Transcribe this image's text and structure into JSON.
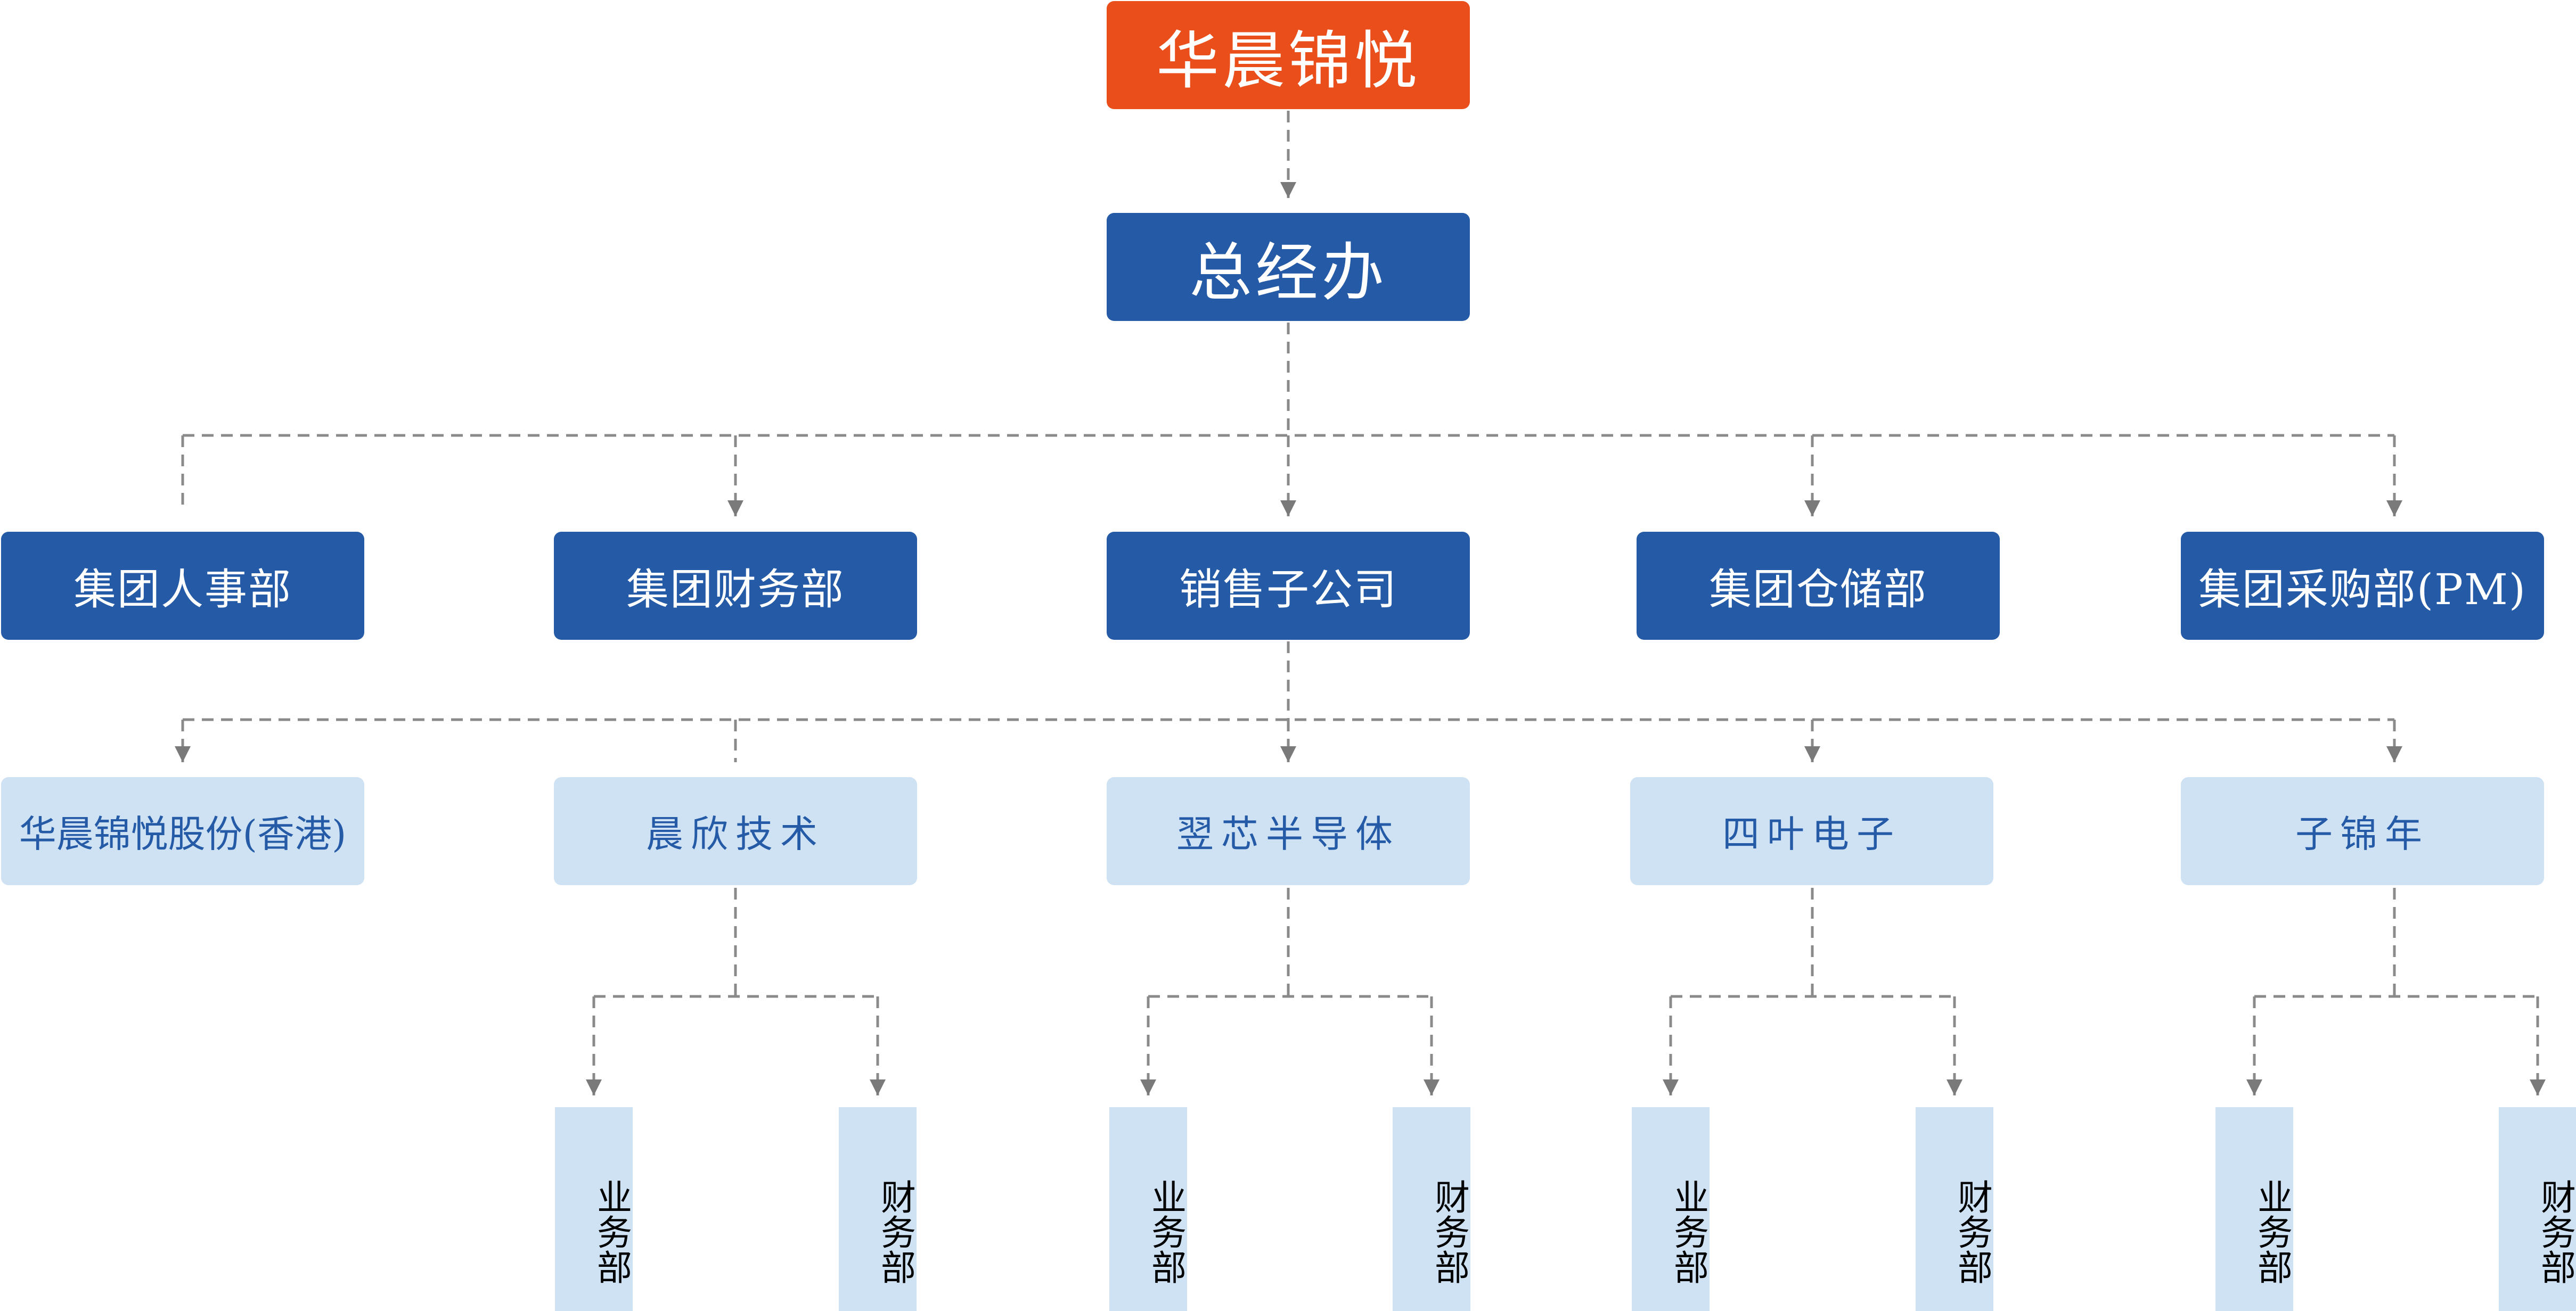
{
  "root": "华晨锦悦",
  "general_office": "总经办",
  "departments": [
    "集团人事部",
    "集团财务部",
    "销售子公司",
    "集团仓储部",
    "集团采购部(PM)"
  ],
  "subsidiaries": [
    "华晨锦悦股份(香港)",
    "晨欣技术",
    "翌芯半导体",
    "四叶电子",
    "子锦年"
  ],
  "units": [
    "业务部",
    "财务部",
    "业务部",
    "财务部",
    "业务部",
    "财务部",
    "业务部",
    "财务部"
  ],
  "colors": {
    "root": "#e94e1b",
    "dark_box": "#245aa6",
    "light_box": "#cfe2f4",
    "connector": "#8a8a8a"
  }
}
